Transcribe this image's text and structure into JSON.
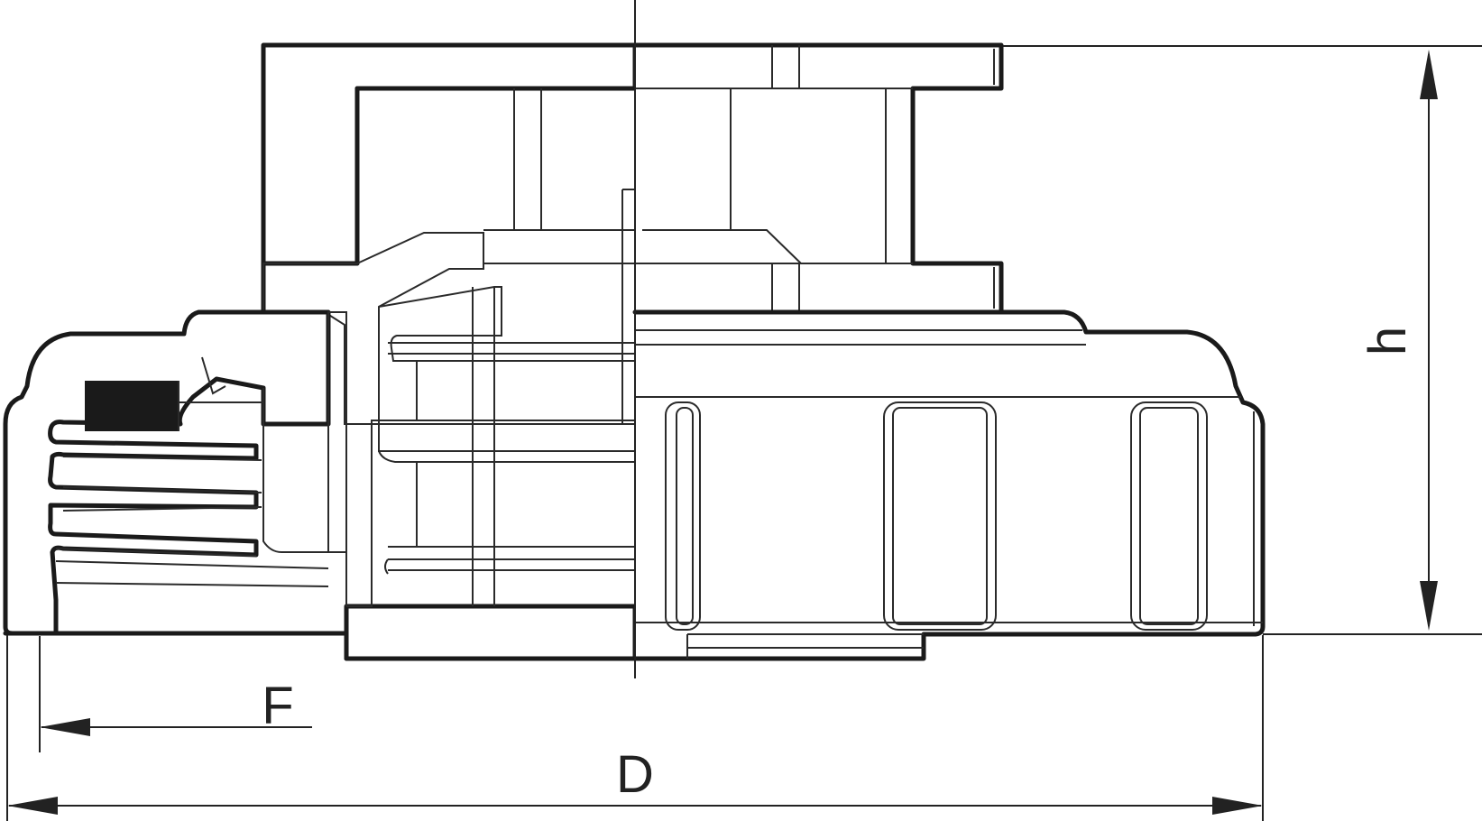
{
  "labels": {
    "height": "h",
    "flange": "F",
    "diameter": "D"
  },
  "colors": {
    "line": "#1a1a1a",
    "seal": "#1a1a1a",
    "background": "#ffffff"
  }
}
